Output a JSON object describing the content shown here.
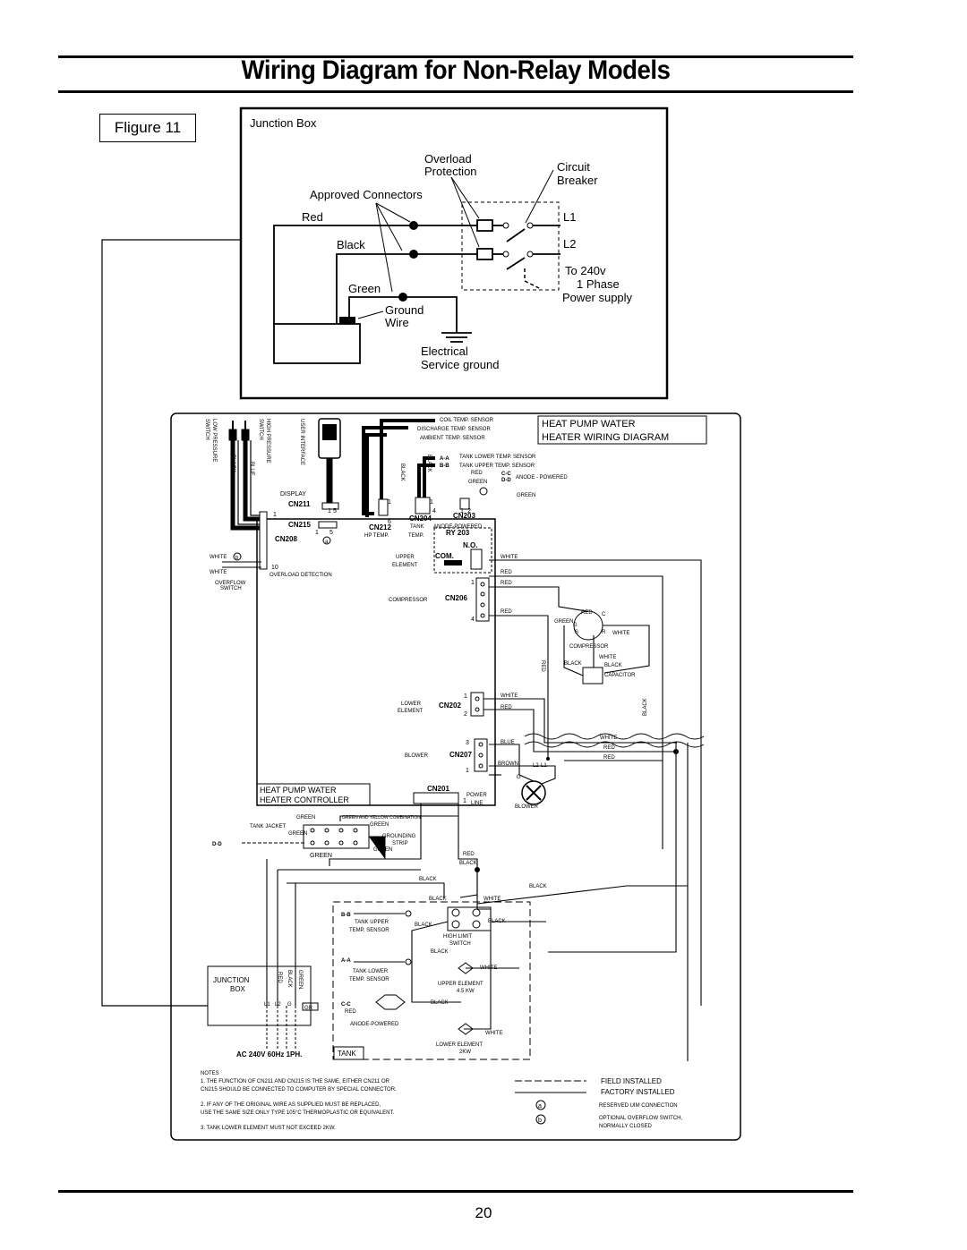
{
  "page": {
    "title": "Wiring Diagram for Non-Relay Models",
    "figure_label": "Fligure 11",
    "page_number": "20"
  },
  "junction": {
    "title": "Junction Box",
    "overload": "Overload",
    "protection": "Protection",
    "circuit": "Circuit",
    "breaker": "Breaker",
    "approved": "Approved Connectors",
    "red": "Red",
    "black": "Black",
    "green": "Green",
    "l1": "L1",
    "l2": "L2",
    "to240": "To 240v",
    "phase": "1 Phase",
    "power": "Power supply",
    "ground": "Ground",
    "wire": "Wire",
    "electrical": "Electrical",
    "service": "Service ground"
  },
  "schematic": {
    "heading1": "HEAT PUMP WATER",
    "heading2": "HEATER WIRING DIAGRAM",
    "controller1": "HEAT PUMP WATER",
    "controller2": "HEATER CONTROLLER",
    "low_pressure": "LOW PRESSURE",
    "low_switch": "SWITCH",
    "high_pressure": "HIGH PRESSURE",
    "high_switch": "SWITCH",
    "user_interface": "USER INTERFACE",
    "coil": "COIL TEMP. SENSOR",
    "discharge": "DISCHARGE TEMP. SENSOR",
    "ambient": "AMBIENT TEMP. SENSOR",
    "tank_lower": "TANK LOWER TEMP. SENSOR",
    "tank_upper": "TANK UPPER TEMP. SENSOR",
    "anode": "ANODE - POWERED",
    "display": "DISPLAY",
    "cn211": "CN211",
    "cn215": "CN215",
    "cn208": "CN208",
    "cn212": "CN212",
    "cn204": "CN204",
    "cn203": "CN203",
    "hp_temp": "HP TEMP.",
    "tank": "TANK",
    "tank_temp": "TEMP.",
    "anode_powered": "ANODE-POWERED",
    "ry203": "RY 203",
    "no": "N.O.",
    "com": "COM.",
    "upper": "UPPER",
    "element": "ELEMENT",
    "compressor": "COMPRESSOR",
    "cn206": "CN206",
    "lower": "LOWER",
    "cn202": "CN202",
    "blower": "BLOWER",
    "cn207": "CN207",
    "cn201": "CN201",
    "power_line1": "POWER",
    "power_line2": "LINE",
    "overload_detection": "OVERLOAD DETECTION",
    "overflow": "OVERFLOW",
    "overflow_switch": "SWITCH",
    "white": "WHITE",
    "red": "RED",
    "black": "BLACK",
    "green": "GREEN",
    "blue": "BLUE",
    "brown": "BROWN",
    "compressor_label": "COMPRESSOR",
    "capacitor": "CAPACITOR",
    "c": "C",
    "s": "S",
    "r": "R",
    "g": "G",
    "l1": "L1",
    "l2": "L2",
    "green_yellow": "GREEN AND YELLOW COMBINATION",
    "tank_jacket": "TANK JACKET",
    "grounding": "GROUNDING",
    "strip": "STRIP",
    "dd": "D-D",
    "aa": "A-A",
    "bb": "B-B",
    "cc": "C-C",
    "tank_upper_sensor1": "TANK UPPER",
    "temp_sensor": "TEMP. SENSOR",
    "tank_lower_sensor1": "TANK LOWER",
    "high_limit": "HIGH LIMIT",
    "switch": "SWITCH",
    "upper_element": "UPPER ELEMENT",
    "kw45": "4.5 KW",
    "lower_element": "LOWER ELEMENT",
    "kw2": "2KW",
    "anode_powered_bottom": "ANODE-POWERED",
    "junction": "JUNCTION",
    "box": "BOX",
    "gr": "GR",
    "ac": "AC 240V 60Hz 1PH.",
    "tank_label": "TANK",
    "n1": "1",
    "n2": "2",
    "n3": "3",
    "n4": "4",
    "n5": "5",
    "n6": "6",
    "n10": "10",
    "a": "a",
    "b": "b",
    "notes_title": "NOTES",
    "note1a": "1.   THE FUNCTION OF CN211 AND CN215 IS THE SAME,  EITHER CN211 OR",
    "note1b": "CN215 SHOULD BE CONNECTED TO COMPUTER BY SPECIAL CONNECTOR.",
    "note2a": "2.   IF ANY OF THE ORIGINAL WIRE AS SUPPLIED MUST BE REPLACED,",
    "note2b": "USE THE SAME SIZE ONLY TYPE 105°C THERMOPLASTIC OR EQUIVALENT.",
    "note3": "3.   TANK LOWER ELEMENT MUST NOT EXCEED 2KW.",
    "field": "FIELD  INSTALLED",
    "factory": "FACTORY INSTALLED",
    "reserved": "RESERVED UIM CONNECTION",
    "optional1": "OPTIONAL OVERFLOW SWITCH,",
    "optional2": "NORMALLY CLOSED"
  }
}
